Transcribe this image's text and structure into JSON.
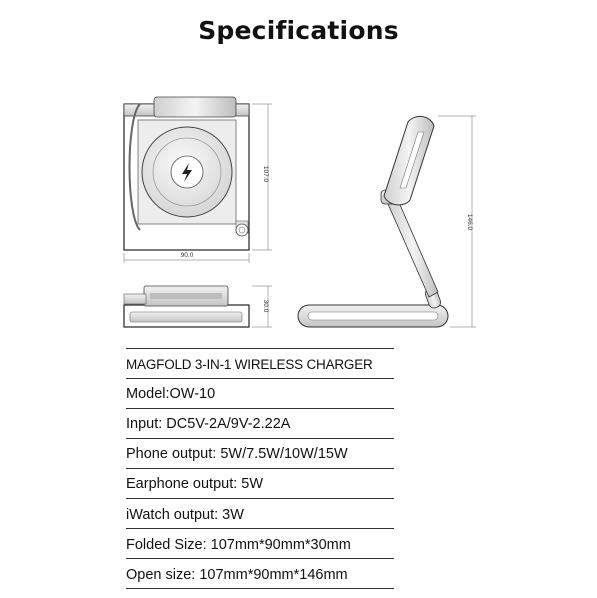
{
  "page": {
    "title": "Specifications"
  },
  "drawings": {
    "top_view": {
      "width_dim": "90.0",
      "height_dim": "107.0"
    },
    "side_folded": {
      "height_dim": "30.0"
    },
    "side_open": {
      "height_dim": "146.0"
    },
    "icons": [
      "lightning-bolt-icon"
    ]
  },
  "specs": {
    "product_name": "MAGFOLD  3-IN-1 WIRELESS CHARGER",
    "rows": [
      "Model:OW-10",
      "Input: DC5V-2A/9V-2.22A",
      "Phone output: 5W/7.5W/10W/15W",
      "Earphone output: 5W",
      "iWatch output: 3W",
      "Folded Size: 107mm*90mm*30mm",
      "Open size: 107mm*90mm*146mm"
    ]
  }
}
